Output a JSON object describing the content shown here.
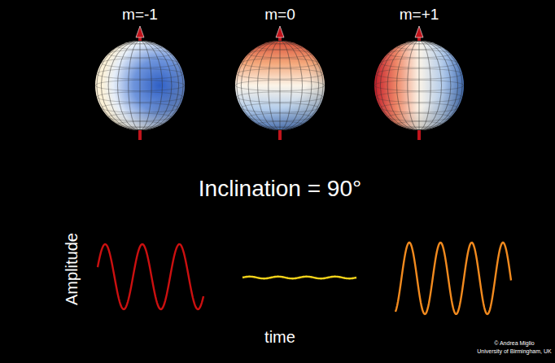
{
  "diagram": {
    "labels": [
      "m=-1",
      "m=0",
      "m=+1",
      "Inclination = 90°",
      "Amplitude",
      "time",
      "© Andrea Miglio",
      "University of Birmingham, UK"
    ]
  }
}
